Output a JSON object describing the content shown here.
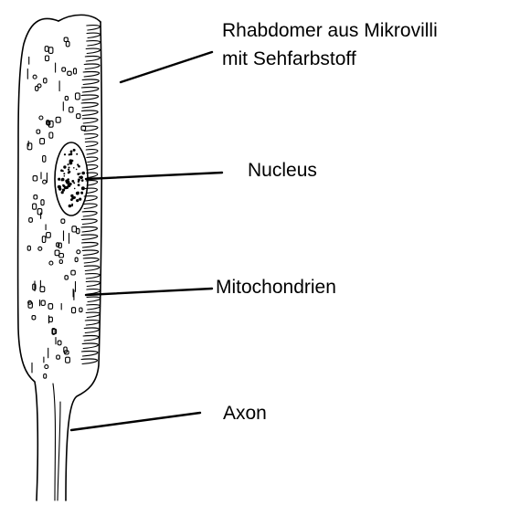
{
  "labels": {
    "rhabdomer_line1": "Rhabdomer aus Mikrovilli",
    "rhabdomer_line2": "mit Sehfarbstoff",
    "nucleus": "Nucleus",
    "mitochondria": "Mitochondrien",
    "axon": "Axon"
  },
  "colors": {
    "ink": "#000000",
    "background": "#ffffff"
  }
}
